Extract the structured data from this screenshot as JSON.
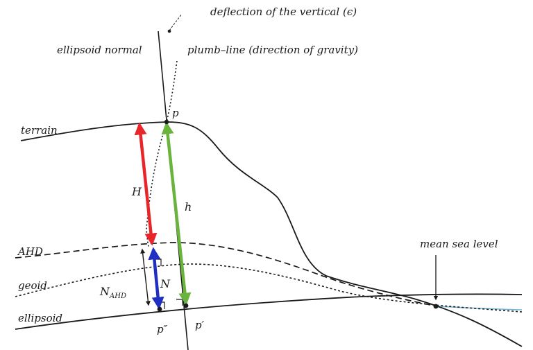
{
  "labels": {
    "deflection": "deflection of the vertical (ϵ)",
    "ellipsoid_normal": "ellipsoid normal",
    "plumb_line": "plumb–line (direction of gravity)",
    "terrain": "terrain",
    "ahd": "AHD",
    "geoid": "geoid",
    "ellipsoid": "ellipsoid",
    "mean_sea_level": "mean sea level",
    "point_p": "p",
    "point_p_prime": "p′",
    "point_p_double_prime": "p″",
    "orthometric_height": "H",
    "ellipsoidal_height": "h",
    "geoid_separation": "N",
    "ahd_separation_main": "N",
    "ahd_separation_sub": "AHD"
  },
  "colors": {
    "orthometric_height": "#e8262a",
    "ellipsoidal_height": "#6ab43e",
    "geoid_separation": "#1f2fc4",
    "sea": "#6fb4d6",
    "ink": "#1a1a1a"
  }
}
